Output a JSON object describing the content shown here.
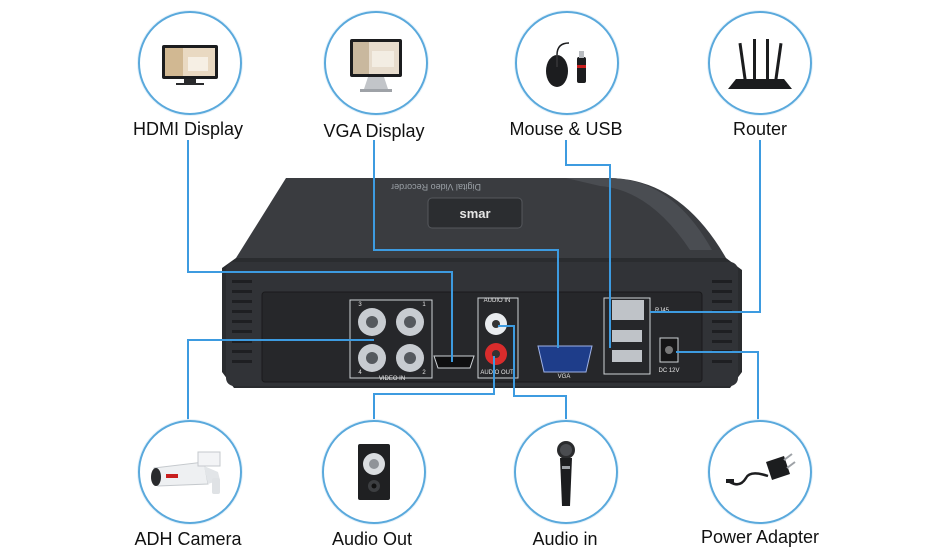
{
  "components": {
    "hdmi_display": {
      "label": "HDMI Display",
      "icon": "monitor-icon"
    },
    "vga_display": {
      "label": "VGA Display",
      "icon": "desktop-monitor-icon"
    },
    "mouse_usb": {
      "label": "Mouse & USB",
      "icon": "mouse-usb-icon"
    },
    "router": {
      "label": "Router",
      "icon": "router-icon"
    },
    "adh_camera": {
      "label": "ADH Camera",
      "icon": "bullet-camera-icon"
    },
    "audio_out": {
      "label": "Audio Out",
      "icon": "speaker-icon"
    },
    "audio_in": {
      "label": "Audio in",
      "icon": "microphone-icon"
    },
    "power_adapter": {
      "label": "Power Adapter",
      "icon": "power-adapter-icon"
    }
  },
  "device": {
    "brand": "smar",
    "top_print": "Digital Video Recorder",
    "port_labels": {
      "audio_in": "AUDIO IN",
      "audio_out": "AUDIO OUT",
      "video_in": "VIDEO IN",
      "vga": "VGA",
      "rj45": "RJ45",
      "dc": "DC 12V",
      "ch1": "1",
      "ch2": "2",
      "ch3": "3",
      "ch4": "4"
    }
  },
  "colors": {
    "wire": "#3d9be0",
    "circle_border": "#5aa9dc",
    "device_body": "#2f3134"
  }
}
